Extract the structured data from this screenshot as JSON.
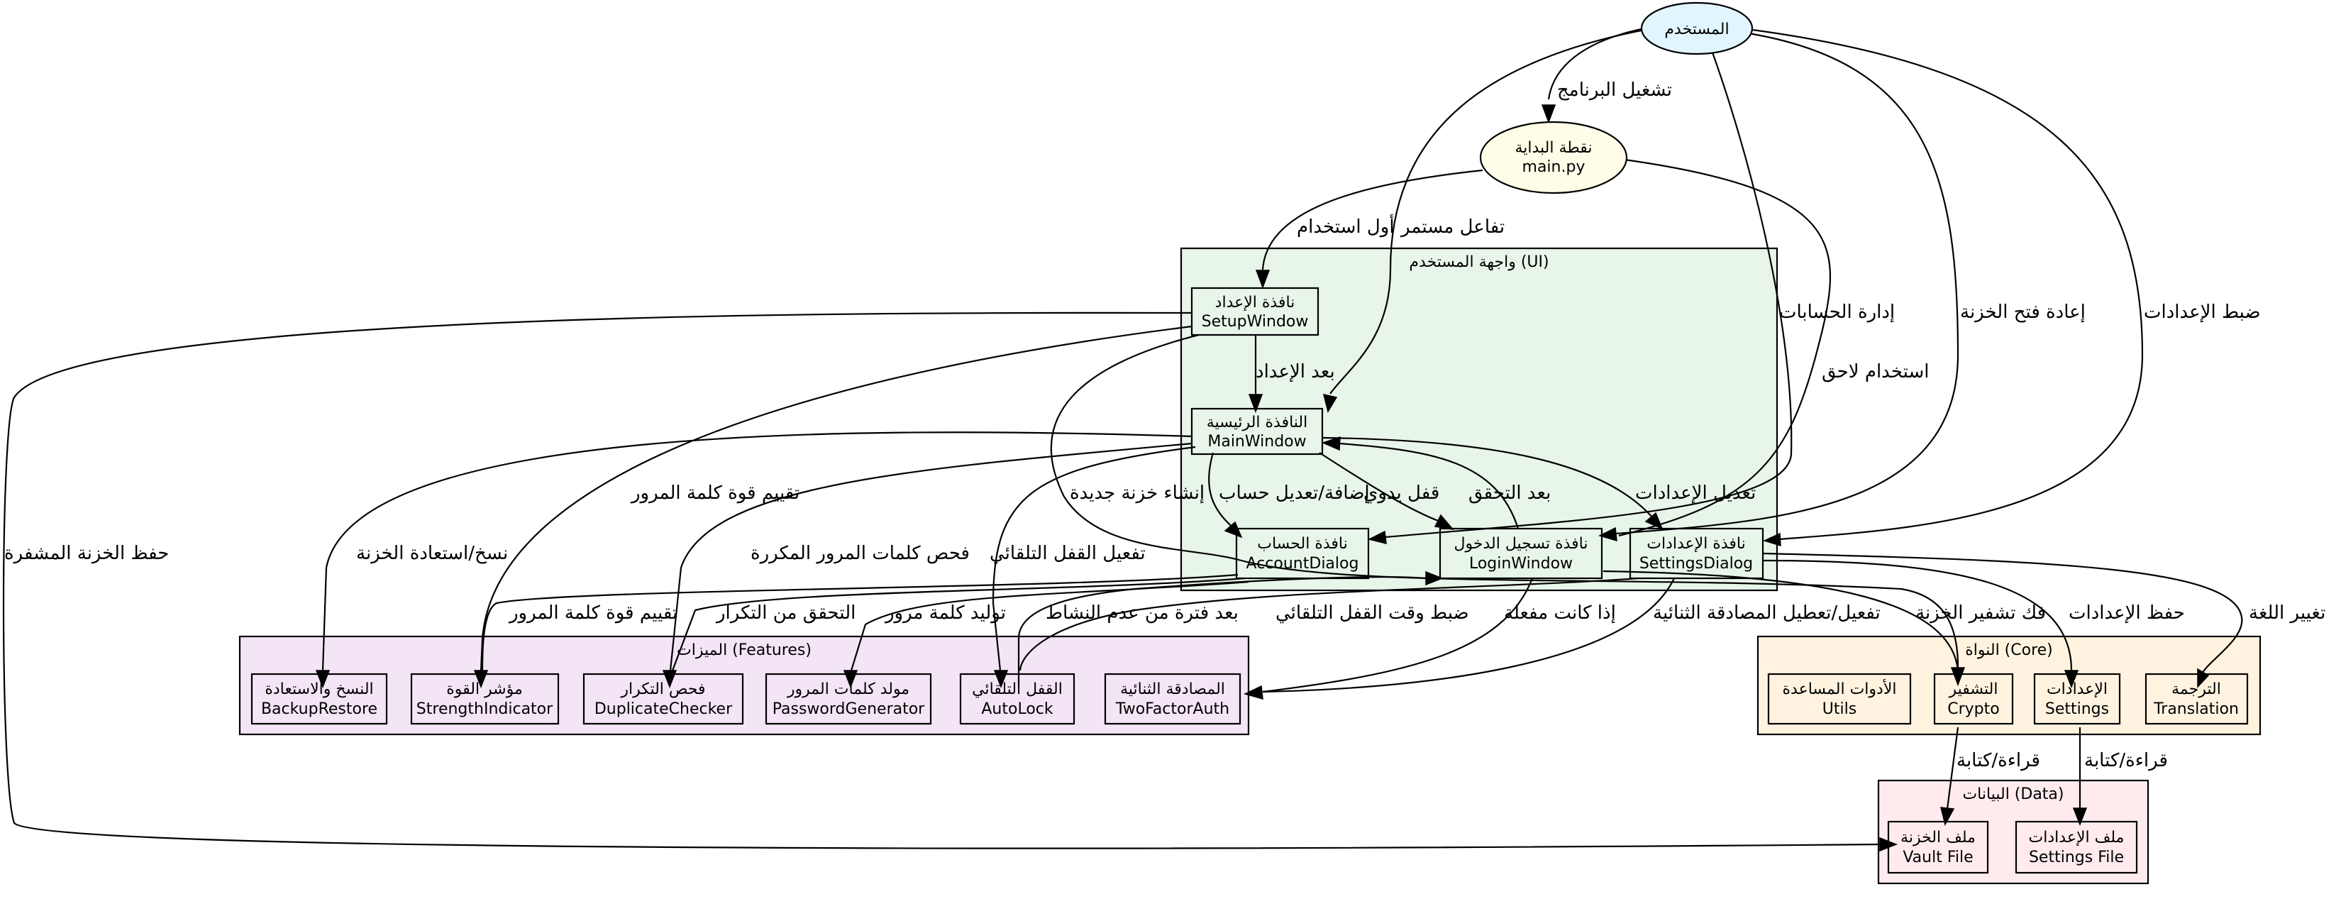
{
  "colors": {
    "ui_cluster": "#e8f5e9",
    "features_cluster": "#f3e5f5",
    "core_cluster": "#fff3e0",
    "data_cluster": "#ffebee",
    "user_node": "#e1f5fe",
    "entry_node": "#fffde7",
    "stroke": "#000000"
  },
  "clusters": {
    "ui": {
      "label": "واجهة المستخدم (UI)"
    },
    "features": {
      "label": "الميزات (Features)"
    },
    "core": {
      "label": "النواة (Core)"
    },
    "data": {
      "label": "البيانات (Data)"
    }
  },
  "nodes": {
    "user": {
      "label": "المستخدم"
    },
    "main": {
      "line1": "نقطة البداية",
      "line2": "main.py"
    },
    "setup": {
      "line1": "نافذة الإعداد",
      "line2": "SetupWindow"
    },
    "mainwindow": {
      "line1": "النافذة الرئيسية",
      "line2": "MainWindow"
    },
    "account": {
      "line1": "نافذة الحساب",
      "line2": "AccountDialog"
    },
    "login": {
      "line1": "نافذة تسجيل الدخول",
      "line2": "LoginWindow"
    },
    "settingsdialog": {
      "line1": "نافذة الإعدادات",
      "line2": "SettingsDialog"
    },
    "backup": {
      "line1": "النسخ والاستعادة",
      "line2": "BackupRestore"
    },
    "strength": {
      "line1": "مؤشر القوة",
      "line2": "StrengthIndicator"
    },
    "duplicate": {
      "line1": "فحص التكرار",
      "line2": "DuplicateChecker"
    },
    "pwgen": {
      "line1": "مولد كلمات المرور",
      "line2": "PasswordGenerator"
    },
    "autolock": {
      "line1": "القفل التلقائي",
      "line2": "AutoLock"
    },
    "twofa": {
      "line1": "المصادقة الثنائية",
      "line2": "TwoFactorAuth"
    },
    "utils": {
      "line1": "الأدوات المساعدة",
      "line2": "Utils"
    },
    "crypto": {
      "line1": "التشفير",
      "line2": "Crypto"
    },
    "settings": {
      "line1": "الإعدادات",
      "line2": "Settings"
    },
    "translation": {
      "line1": "الترجمة",
      "line2": "Translation"
    },
    "vaultfile": {
      "line1": "ملف الخزنة",
      "line2": "Vault File"
    },
    "settingsfile": {
      "line1": "ملف الإعدادات",
      "line2": "Settings File"
    }
  },
  "edges": {
    "run_program": "تشغيل البرنامج",
    "continuous_interaction": "تفاعل مستمر",
    "manage_accounts": "إدارة الحسابات",
    "reopen_vault": "إعادة فتح الخزنة",
    "adjust_settings": "ضبط الإعدادات",
    "first_use": "أول استخدام",
    "later_use": "استخدام لاحق",
    "after_setup": "بعد الإعداد",
    "save_encrypted_vault": "حفظ الخزنة المشفرة",
    "rate_password_strength": "تقييم قوة كلمة المرور",
    "create_new_vault": "إنشاء خزنة جديدة",
    "backup_restore_vault": "نسخ/استعادة الخزنة",
    "check_duplicate_passwords": "فحص كلمات المرور المكررة",
    "enable_autolock": "تفعيل القفل التلقائي",
    "add_edit_account": "إضافة/تعديل حساب",
    "manual_lock": "قفل يدوي",
    "after_verification": "بعد التحقق",
    "edit_settings": "تعديل الإعدادات",
    "rate_password_strength_2": "تقييم قوة كلمة المرور",
    "verify_duplicate": "التحقق من التكرار",
    "generate_password": "توليد كلمة مرور",
    "after_inactivity": "بعد فترة من عدم النشاط",
    "set_autolock_time": "ضبط وقت القفل التلقائي",
    "if_enabled": "إذا كانت مفعلة",
    "toggle_2fa": "تفعيل/تعطيل المصادقة الثنائية",
    "decrypt_vault": "فك تشفير الخزنة",
    "save_settings": "حفظ الإعدادات",
    "change_language": "تغيير اللغة",
    "read_write_1": "قراءة/كتابة",
    "read_write_2": "قراءة/كتابة"
  }
}
